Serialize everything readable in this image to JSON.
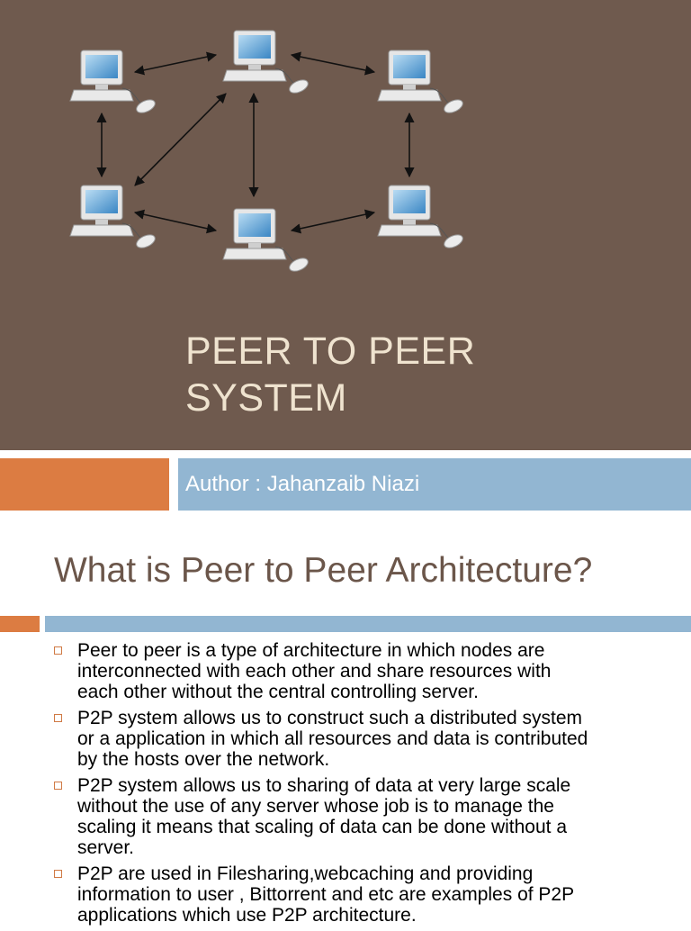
{
  "slide1": {
    "title_line1": "PEER TO PEER",
    "title_line2": "SYSTEM",
    "author": "Author : Jahanzaib Niazi"
  },
  "slide2": {
    "heading": "What is Peer to Peer Architecture?",
    "bullets": [
      [
        "Peer to peer is a type of architecture in which nodes are",
        "interconnected with each other and share resources with",
        "each other without the central controlling server."
      ],
      [
        "P2P system allows us to construct such a distributed system",
        "or a application in which all resources and data is contributed",
        "by the hosts over the network."
      ],
      [
        "P2P system allows us to sharing of data at very large scale",
        "without the use of any server whose job is to manage the",
        "scaling it means that scaling of data can be done without a",
        "server."
      ],
      [
        "P2P are used in Filesharing,webcaching and providing",
        "information to user , Bittorrent and etc are examples of P2P",
        "applications which use P2P architecture."
      ]
    ]
  },
  "colors": {
    "slide_background": "#6f5a4e",
    "title_text": "#efe3cf",
    "accent_orange": "#dc7c42",
    "accent_blue": "#92b6d2",
    "heading_text": "#6b564a"
  },
  "diagram": {
    "icon": "computer-icon",
    "nodes": 6
  }
}
